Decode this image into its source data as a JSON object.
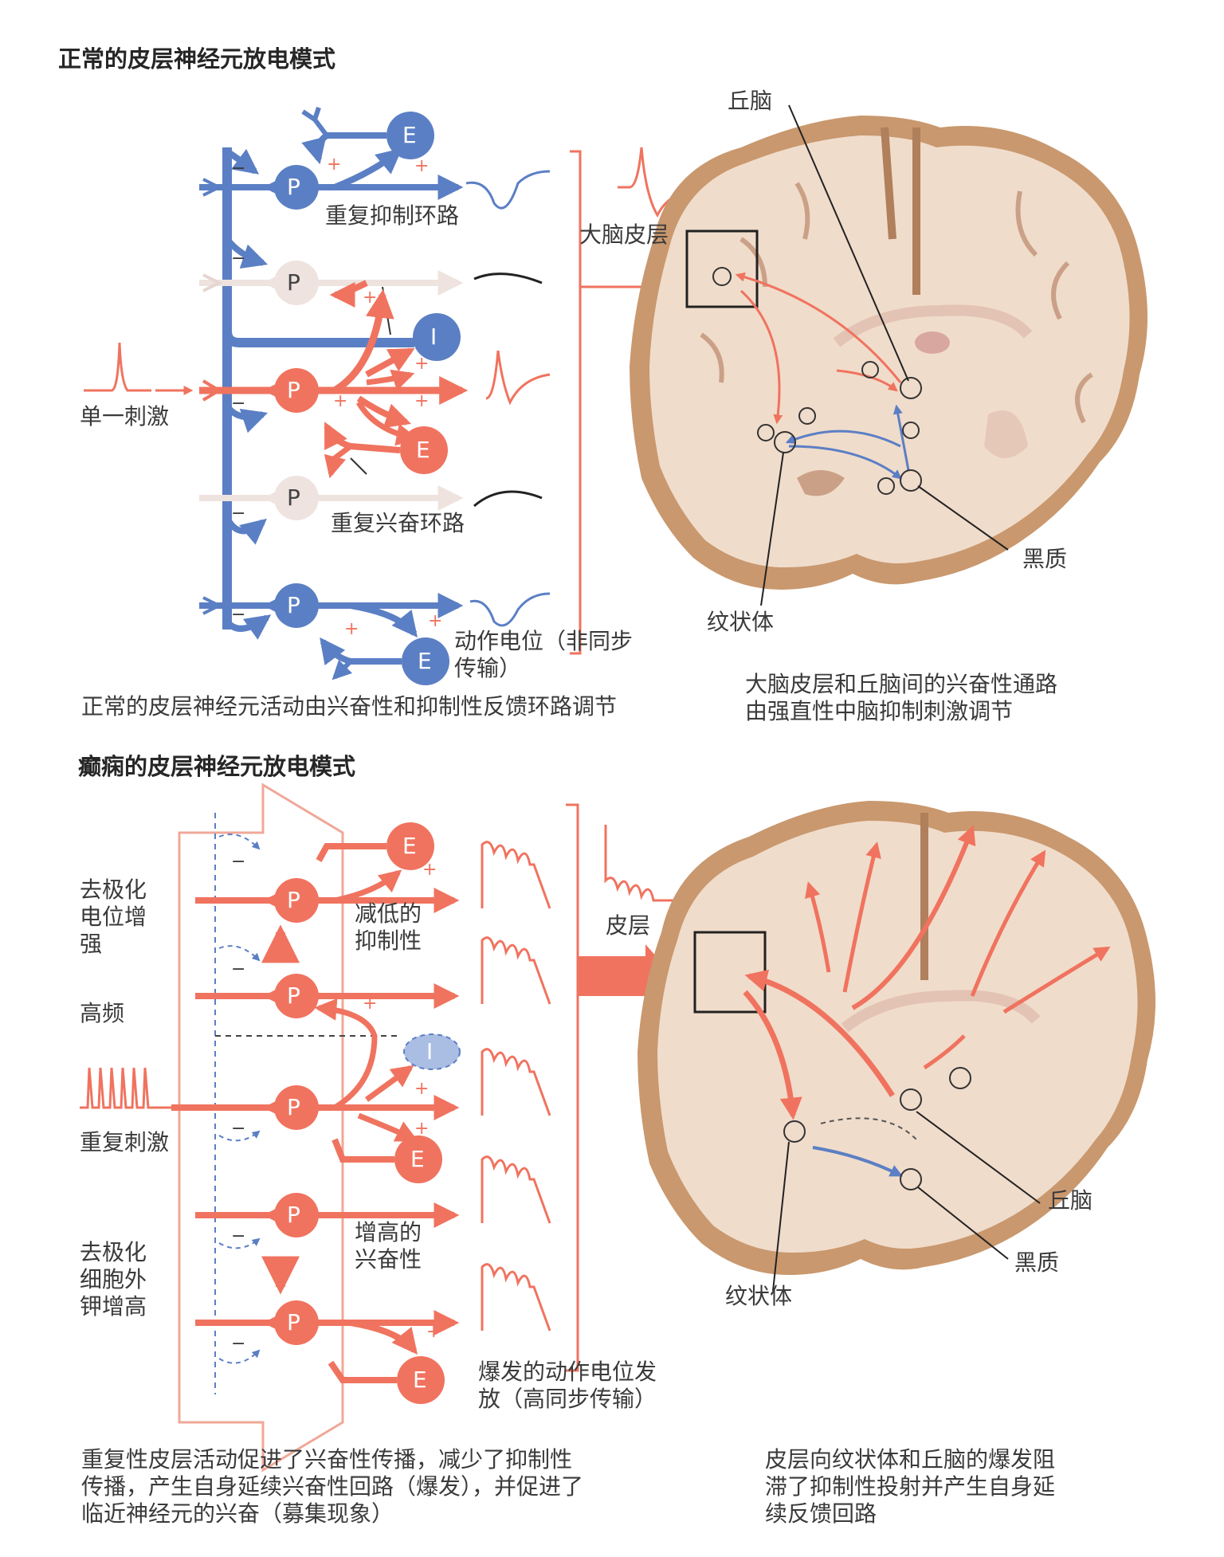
{
  "top": {
    "heading": "正常的皮层神经元放电模式",
    "labels": {
      "thalamus": "丘脑",
      "cortex": "大脑皮层",
      "substantia_nigra": "黑质",
      "striatum": "纹状体",
      "recurrent_inhibitory": "重复抑制环路",
      "recurrent_excitatory": "重复兴奋环路",
      "single_stimulus": "单一刺激",
      "action_potential": "动作电位（非同步\n传输）"
    },
    "cell_letters": {
      "P": "P",
      "E": "E",
      "I": "I"
    },
    "caption_left": "正常的皮层神经元活动由兴奋性和抑制性反馈环路调节",
    "caption_right": "大脑皮层和丘脑间的兴奋性通路\n由强直性中脑抑制刺激调节"
  },
  "bottom": {
    "heading": "癫痫的皮层神经元放电模式",
    "labels": {
      "depolarization": "去极化\n电位增\n强",
      "high_freq": "高频",
      "repeated_stim": "重复刺激",
      "potassium": "去极化\n细胞外\n钾增高",
      "reduced_inhibition": "减低的\n抑制性",
      "increased_excitability": "增高的\n兴奋性",
      "burst": "爆发的动作电位发\n放（高同步传输）",
      "cortex": "皮层",
      "thalamus": "丘脑",
      "substantia_nigra": "黑质",
      "striatum": "纹状体"
    },
    "caption_left": "重复性皮层活动促进了兴奋性传播，减少了抑制性\n传播，产生自身延续兴奋性回路（爆发），并促进了\n临近神经元的兴奋（募集现象）",
    "caption_right": "皮层向纹状体和丘脑的爆发阻\n滞了抑制性投射并产生自身延\n续反馈回路"
  },
  "colors": {
    "inhibitory_blue": "#5b7fc4",
    "excitatory_red": "#f0735f",
    "pale_neuron": "#efe3df",
    "brain_tissue": "#f0dccb",
    "brain_cortex": "#c9986e"
  },
  "signs": {
    "plus": "+",
    "minus": "−"
  }
}
